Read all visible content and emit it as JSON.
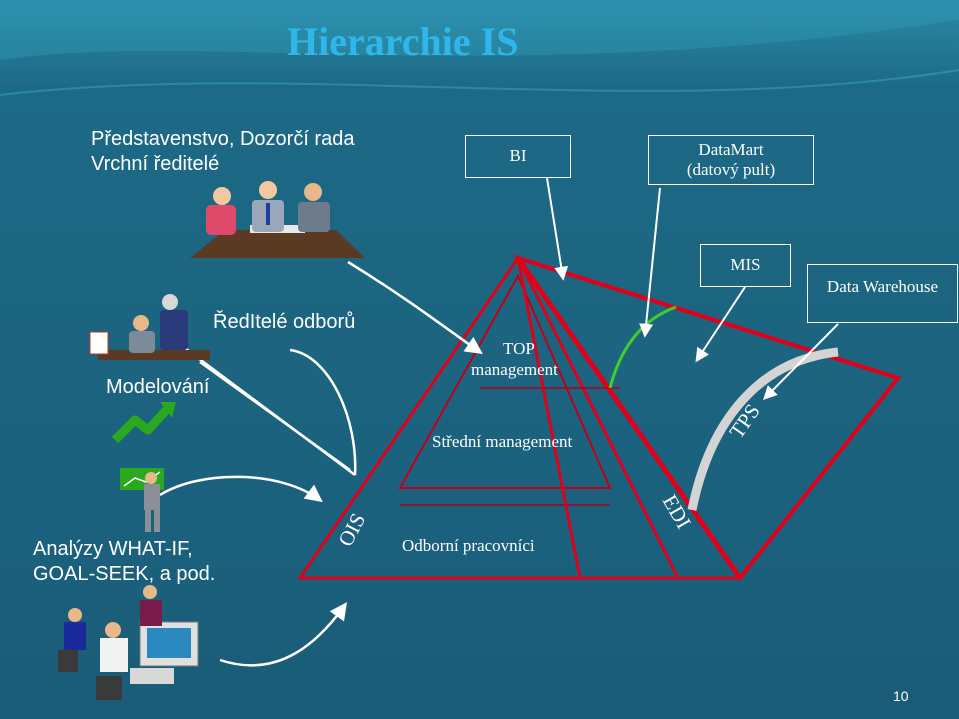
{
  "title": "Hierarchie IS",
  "labels": {
    "board_line1": "Představenstvo, Dozorčí rada",
    "board_line2": "Vrchní ředitelé",
    "directors": "ŘedItelé odborů",
    "modeling": "Modelování",
    "analysis_line1": "Analýzy WHAT-IF,",
    "analysis_line2": "GOAL-SEEK, a pod."
  },
  "boxes": {
    "bi": "BI",
    "datamart_line1": "DataMart",
    "datamart_line2": "(datový pult)",
    "mis": "MIS",
    "data_warehouse": "Data Warehouse"
  },
  "pyramid": {
    "top_line1": "TOP",
    "top_line2": "management",
    "middle": "Střední management",
    "bottom": "Odborní pracovníci",
    "ois": "OIS",
    "edi": "EDI",
    "tps": "TPS"
  },
  "page_number": "10",
  "colors": {
    "background": "#1b5f7a",
    "title": "#2fb6ea",
    "pyramid_edge": "#e0001a",
    "arc_green": "#3ecf2a",
    "arc_gray": "#d0d0d0"
  },
  "icons": [
    "boardroom-meeting-illustration",
    "office-workers-illustration",
    "growth-chart-icon",
    "presenter-illustration",
    "computer-workstation-illustration"
  ]
}
